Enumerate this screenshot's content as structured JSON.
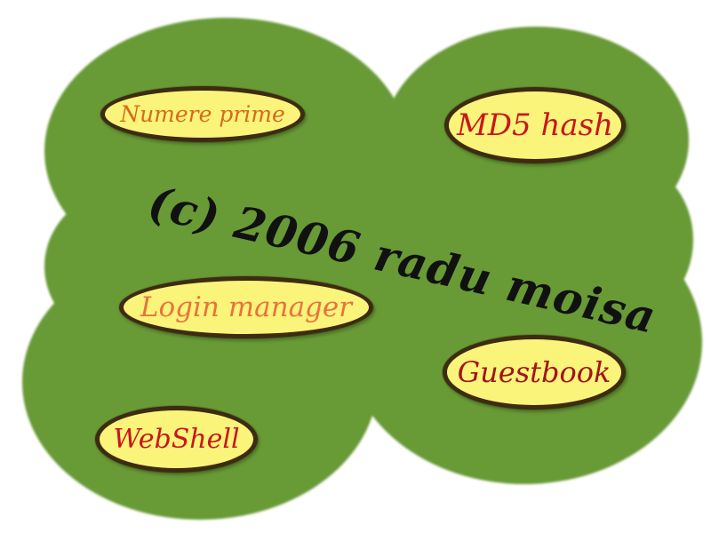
{
  "copyright": "(c) 2006 radu moisa",
  "links": {
    "numere_prime": "Numere prime",
    "md5_hash": "MD5 hash",
    "login_manager": "Login manager",
    "guestbook": "Guestbook",
    "webshell": "WebShell"
  },
  "colors": {
    "blob_green": "#679a35",
    "pill_fill": "#fbf47a",
    "pill_border": "#3e2b12"
  }
}
